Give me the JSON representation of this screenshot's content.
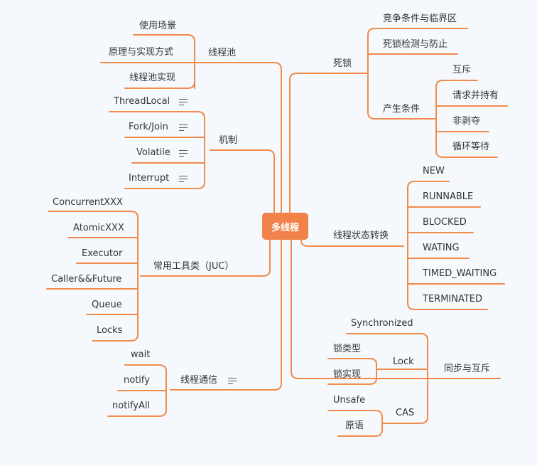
{
  "colors": {
    "line": "#f28a4a",
    "root_fill": "#f0824a",
    "background": "#f5f9fd",
    "text": "#333333"
  },
  "root": "多线程",
  "left": {
    "thread_pool": {
      "label": "线程池",
      "children": [
        "使用场景",
        "原理与实现方式",
        "线程池实现"
      ]
    },
    "mechanism": {
      "label": "机制",
      "children": [
        "ThreadLocal",
        "Fork/Join",
        "Volatile",
        "Interrupt"
      ]
    },
    "juc": {
      "label": "常用工具类（JUC）",
      "children": [
        "ConcurrentXXX",
        "AtomicXXX",
        "Executor",
        "Caller&&Future",
        "Queue",
        "Locks"
      ]
    },
    "communication": {
      "label": "线程通信",
      "children": [
        "wait",
        "notify",
        "notifyAll"
      ]
    }
  },
  "right": {
    "deadlock": {
      "label": "死锁",
      "children": [
        "竞争条件与临界区",
        "死锁检测与防止"
      ],
      "conditions": {
        "label": "产生条件",
        "children": [
          "互斥",
          "请求并持有",
          "非剥夺",
          "循环等待"
        ]
      }
    },
    "states": {
      "label": "线程状态转换",
      "children": [
        "NEW",
        "RUNNABLE",
        "BLOCKED",
        "WATING",
        "TIMED_WAITING",
        "TERMINATED"
      ]
    },
    "sync": {
      "label": "同步与互斥",
      "synchronized": "Synchronized",
      "lock": {
        "label": "Lock",
        "children": [
          "锁类型",
          "锁实现"
        ]
      },
      "cas": {
        "label": "CAS",
        "children": [
          "Unsafe",
          "原语"
        ]
      }
    }
  }
}
